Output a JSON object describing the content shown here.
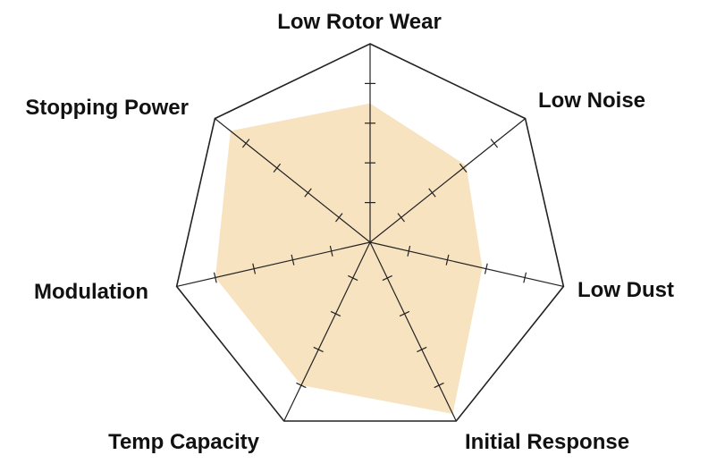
{
  "chart_data": {
    "type": "radar",
    "axes": [
      {
        "label": "Low Rotor Wear",
        "value": 3.5
      },
      {
        "label": "Low Noise",
        "value": 3.1
      },
      {
        "label": "Low Dust",
        "value": 2.9
      },
      {
        "label": "Initial Response",
        "value": 4.8
      },
      {
        "label": "Temp Capacity",
        "value": 4.0
      },
      {
        "label": "Modulation",
        "value": 4.0
      },
      {
        "label": "Stopping Power",
        "value": 4.5
      }
    ],
    "range": [
      0,
      5
    ],
    "ticks": [
      1,
      2,
      3,
      4
    ],
    "grid": "outer-polygon-only",
    "colors": {
      "fill": "#f8e3c1",
      "lines": "#222222"
    }
  }
}
